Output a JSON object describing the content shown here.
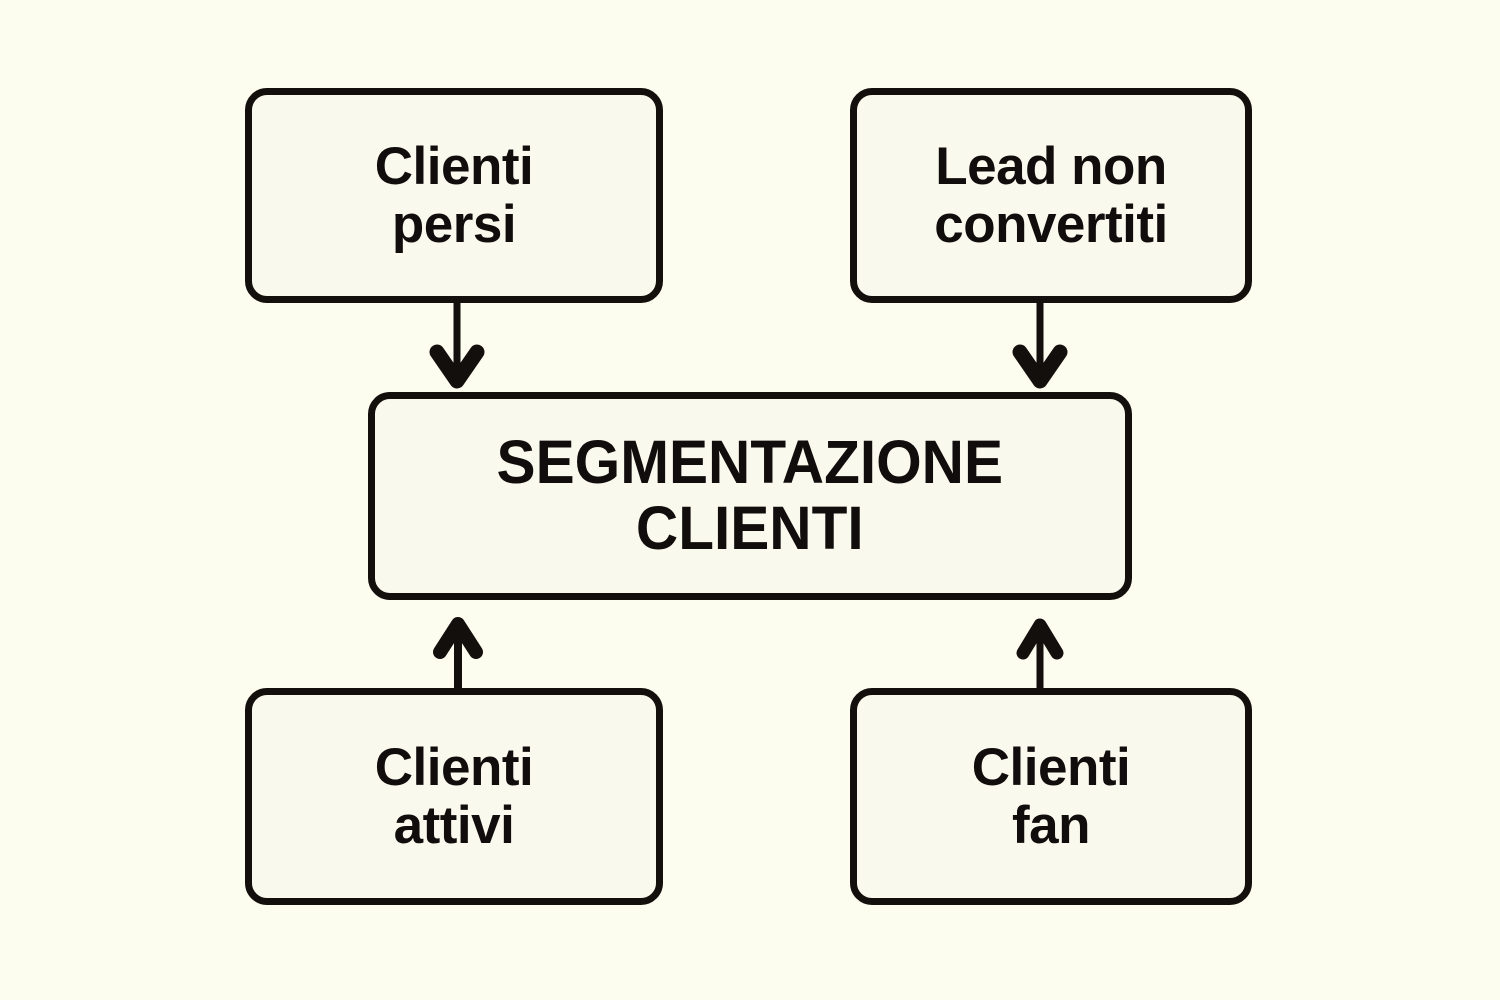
{
  "diagram": {
    "title": "Segmentazione clienti",
    "language": "it",
    "background_color": "#fcfcef",
    "node_fill_color": "#faf9ee",
    "stroke_color": "#120f0d",
    "nodes": [
      {
        "id": "clienti-persi",
        "label": "Clienti\npersi",
        "role": "input",
        "position": "top-left"
      },
      {
        "id": "lead-non-convertiti",
        "label": "Lead non\nconvertiti",
        "role": "input",
        "position": "top-right"
      },
      {
        "id": "segmentazione-clienti",
        "label": "SEGMENTAZIONE\nCLIENTI",
        "role": "central",
        "position": "center"
      },
      {
        "id": "clienti-attivi",
        "label": "Clienti\nattivi",
        "role": "input",
        "position": "bottom-left"
      },
      {
        "id": "clienti-fan",
        "label": "Clienti\nfan",
        "role": "input",
        "position": "bottom-right"
      }
    ],
    "edges": [
      {
        "id": "edge-persi-to-segmentazione",
        "from": "clienti-persi",
        "to": "segmentazione-clienti",
        "direction": "down"
      },
      {
        "id": "edge-lead-to-segmentazione",
        "from": "lead-non-convertiti",
        "to": "segmentazione-clienti",
        "direction": "down"
      },
      {
        "id": "edge-attivi-to-segmentazione",
        "from": "clienti-attivi",
        "to": "segmentazione-clienti",
        "direction": "up"
      },
      {
        "id": "edge-fan-to-segmentazione",
        "from": "clienti-fan",
        "to": "segmentazione-clienti",
        "direction": "up"
      }
    ]
  }
}
